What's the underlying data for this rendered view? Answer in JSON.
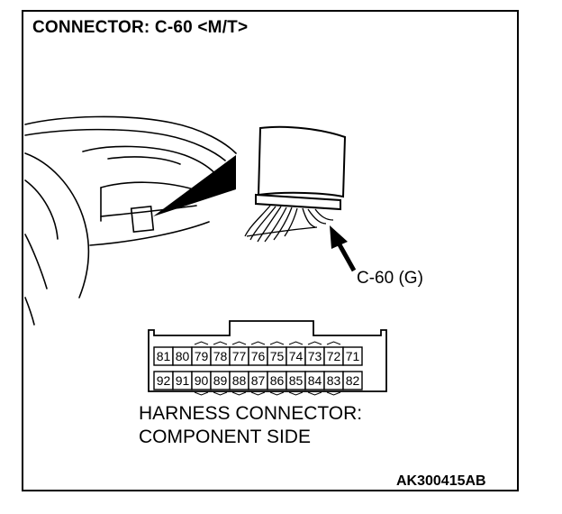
{
  "title": "CONNECTOR: C-60 <M/T>",
  "callout": "C-60 (G)",
  "connector": {
    "top_row": [
      "81",
      "80",
      "79",
      "78",
      "77",
      "76",
      "75",
      "74",
      "73",
      "72",
      "71"
    ],
    "bottom_row": [
      "92",
      "91",
      "90",
      "89",
      "88",
      "87",
      "86",
      "85",
      "84",
      "83",
      "82"
    ]
  },
  "harness_label": {
    "line1": "HARNESS CONNECTOR:",
    "line2": "COMPONENT SIDE"
  },
  "figure_code": "AK300415AB"
}
